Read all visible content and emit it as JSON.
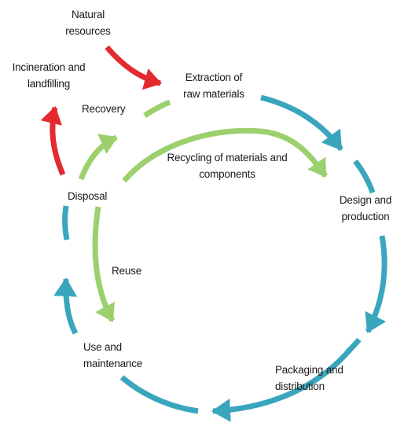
{
  "colors": {
    "blue": "#3aa6be",
    "green": "#9bd06d",
    "red": "#e32a2f",
    "text": "#1a1a1a",
    "background": "#ffffff"
  },
  "labels": {
    "natural_resources": [
      "Natural",
      "resources"
    ],
    "incineration": [
      "Incineration and",
      "landfilling"
    ],
    "extraction": [
      "Extraction of",
      "raw materials"
    ],
    "recovery": "Recovery",
    "recycling": [
      "Recycling of materials and",
      "components"
    ],
    "disposal": "Disposal",
    "design": [
      "Design and",
      "production"
    ],
    "reuse": "Reuse",
    "use": [
      "Use and",
      "maintenance"
    ],
    "packaging": [
      "Packaging and",
      "distribution"
    ]
  },
  "arrows": [
    {
      "name": "natural-resources-arrow",
      "color": "red",
      "meaning": "Natural resources to Extraction of raw materials"
    },
    {
      "name": "incineration-arrow",
      "color": "red",
      "meaning": "Disposal to Incineration and landfilling"
    },
    {
      "name": "extraction-to-design-arrow",
      "color": "blue"
    },
    {
      "name": "design-to-packaging-arrow",
      "color": "blue"
    },
    {
      "name": "packaging-to-use-arrow",
      "color": "blue"
    },
    {
      "name": "use-to-disposal-arrow",
      "color": "blue"
    },
    {
      "name": "recovery-arrow",
      "color": "green"
    },
    {
      "name": "recycling-arrow",
      "color": "green"
    },
    {
      "name": "reuse-arrow",
      "color": "green"
    }
  ]
}
